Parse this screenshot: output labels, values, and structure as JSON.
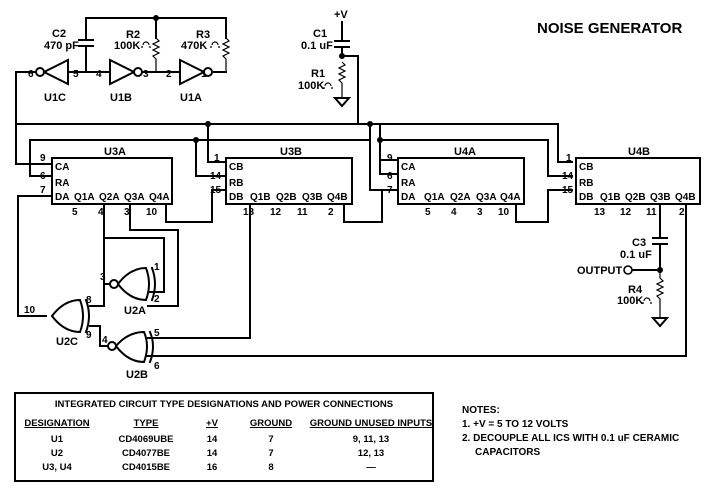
{
  "title": "NOISE GENERATOR",
  "components": {
    "c1": {
      "name": "C1",
      "value": "0.1 uF"
    },
    "c2": {
      "name": "C2",
      "value": "470 pF"
    },
    "c3": {
      "name": "C3",
      "value": "0.1 uF"
    },
    "r1": {
      "name": "R1",
      "value": "100K"
    },
    "r2": {
      "name": "R2",
      "value": "100K"
    },
    "r3": {
      "name": "R3",
      "value": "470K"
    },
    "r4": {
      "name": "R4",
      "value": "100K"
    },
    "vplus": "+V",
    "output": "OUTPUT"
  },
  "gates": {
    "u1a": {
      "name": "U1A",
      "pin_in": "1",
      "pin_out": "2"
    },
    "u1b": {
      "name": "U1B",
      "pin_in": "3",
      "pin_out": "4"
    },
    "u1c": {
      "name": "U1C",
      "pin_in": "5",
      "pin_out": "6"
    },
    "u2a": {
      "name": "U2A",
      "pin_in1": "1",
      "pin_in2": "2",
      "pin_out": "3"
    },
    "u2b": {
      "name": "U2B",
      "pin_in1": "5",
      "pin_in2": "6",
      "pin_out": "4"
    },
    "u2c": {
      "name": "U2C",
      "pin_in1": "8",
      "pin_in2": "9",
      "pin_out": "10"
    }
  },
  "shift_registers": {
    "u3a": {
      "name": "U3A",
      "c": "CA",
      "r": "RA",
      "d": "DA",
      "q": [
        "Q1A",
        "Q2A",
        "Q3A",
        "Q4A"
      ],
      "pin_c": "9",
      "pin_r": "6",
      "pin_d": "7",
      "pins_q": [
        "5",
        "4",
        "3",
        "10"
      ]
    },
    "u3b": {
      "name": "U3B",
      "c": "CB",
      "r": "RB",
      "d": "DB",
      "q": [
        "Q1B",
        "Q2B",
        "Q3B",
        "Q4B"
      ],
      "pin_c": "1",
      "pin_r": "14",
      "pin_d": "15",
      "pins_q": [
        "13",
        "12",
        "11",
        "2"
      ]
    },
    "u4a": {
      "name": "U4A",
      "c": "CA",
      "r": "RA",
      "d": "DA",
      "q": [
        "Q1A",
        "Q2A",
        "Q3A",
        "Q4A"
      ],
      "pin_c": "9",
      "pin_r": "6",
      "pin_d": "7",
      "pins_q": [
        "5",
        "4",
        "3",
        "10"
      ]
    },
    "u4b": {
      "name": "U4B",
      "c": "CB",
      "r": "RB",
      "d": "DB",
      "q": [
        "Q1B",
        "Q2B",
        "Q3B",
        "Q4B"
      ],
      "pin_c": "1",
      "pin_r": "14",
      "pin_d": "15",
      "pins_q": [
        "13",
        "12",
        "11",
        "2"
      ]
    }
  },
  "ic_table": {
    "title": "INTEGRATED CIRCUIT TYPE DESIGNATIONS AND POWER CONNECTIONS",
    "headers": [
      "DESIGNATION",
      "TYPE",
      "+V",
      "GROUND",
      "GROUND UNUSED INPUTS"
    ],
    "rows": [
      [
        "U1",
        "CD4069UBE",
        "14",
        "7",
        "9, 11, 13"
      ],
      [
        "U2",
        "CD4077BE",
        "14",
        "7",
        "12, 13"
      ],
      [
        "U3, U4",
        "CD4015BE",
        "16",
        "8",
        "—"
      ]
    ]
  },
  "notes": {
    "title": "NOTES:",
    "items": [
      "1. +V = 5 TO 12 VOLTS",
      "2. DECOUPLE ALL ICS WITH 0.1 uF CERAMIC",
      "CAPACITORS"
    ]
  }
}
